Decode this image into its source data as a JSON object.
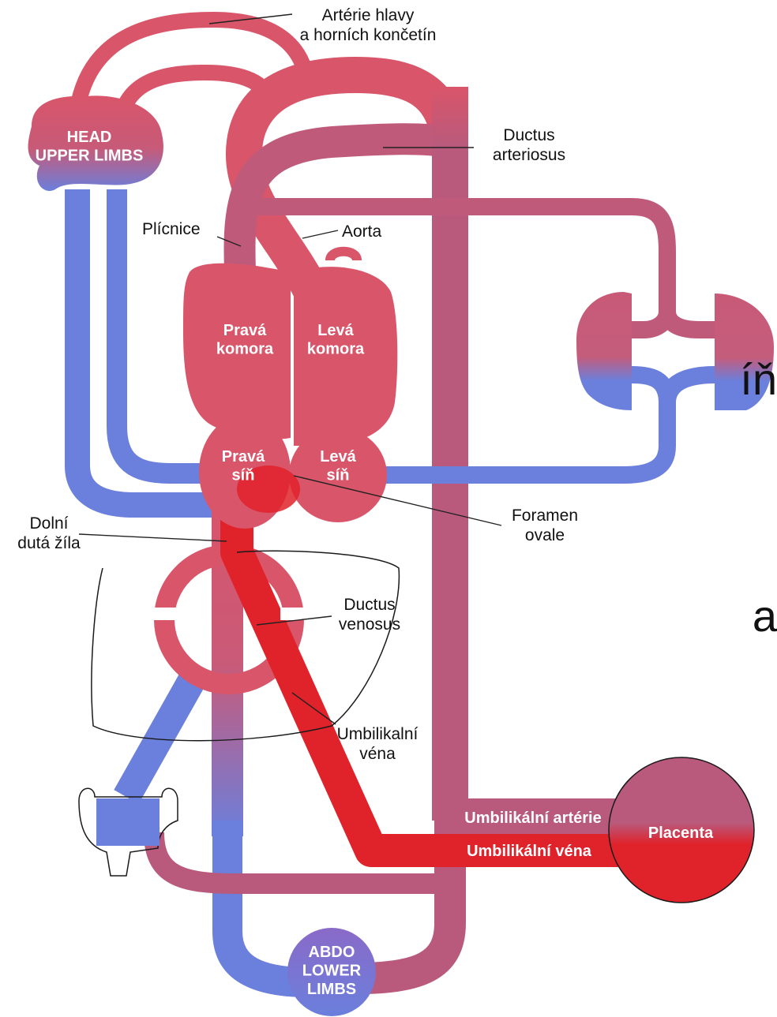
{
  "diagram": {
    "colors": {
      "venous": "#6b7fdc",
      "mixed": "#b95a7c",
      "arterial_pink": "#d9556a",
      "oxygenated": "#e0222a",
      "outline": "#1a1a1a"
    },
    "labels": {
      "head_arteries": "Artérie hlavy\na horních končetín",
      "ductus_arteriosus": "Ductus\narteriosus",
      "plicnice": "Plícnice",
      "aorta": "Aorta",
      "foramen_ovale": "Foramen\novale",
      "dolni_duta_zila": "Dolní\ndutá žíla",
      "ductus_venosus": "Ductus\nvenosus",
      "umbilikalni_vena_label": "Umbilikalní\nvéna"
    },
    "organ_labels": {
      "head": "HEAD\nUPPER LIMBS",
      "right_ventricle": "Pravá\nkomora",
      "left_ventricle": "Levá\nkomora",
      "right_atrium": "Pravá\nsíň",
      "left_atrium": "Levá\nsíň",
      "abdo": "ABDO\nLOWER\nLIMBS",
      "placenta": "Placenta",
      "umbilical_arteries": "Umbilikální artérie",
      "umbilical_vein": "Umbilikální véna"
    },
    "cropped_text": {
      "top": "íň",
      "bottom": "a"
    }
  }
}
